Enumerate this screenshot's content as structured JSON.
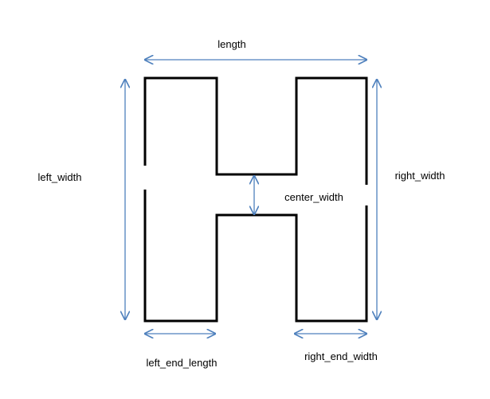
{
  "diagram": {
    "labels": {
      "length": "length",
      "left_width": "left_width",
      "right_width": "right_width",
      "center_width": "center_width",
      "left_end_length": "left_end_length",
      "right_end_width": "right_end_width"
    },
    "colors": {
      "shape_stroke": "#000000",
      "arrow": "#4f81bd",
      "text": "#000000",
      "background": "#ffffff"
    }
  }
}
